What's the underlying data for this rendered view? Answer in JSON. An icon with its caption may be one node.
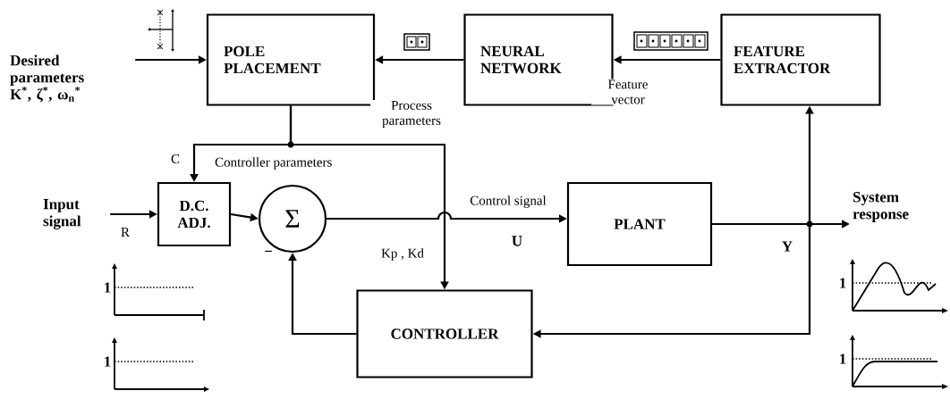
{
  "diagram": {
    "nodes": [
      {
        "text": [
          "POLE PLACEMENT"
        ]
      },
      {
        "text": [
          "NEURAL NETWORK"
        ]
      },
      {
        "text": [
          "FEATURE EXTRACTOR"
        ]
      },
      {
        "text": [
          "D.C. ADJ."
        ]
      },
      {
        "text": [
          "Σ"
        ]
      },
      {
        "text": [
          "PLANT"
        ]
      },
      {
        "text": [
          "CONTROLLER"
        ]
      },
      {
        "text": [
          "Desired parameters",
          "K$^{*}$, ζ$^{*}$, ω$_{n}$$^{*}$"
        ]
      },
      {
        "text": [
          "Input signal"
        ]
      },
      {
        "text": [
          "System response"
        ]
      }
    ],
    "edges": [
      {
        "from": 7,
        "to": 0,
        "arrow": "to"
      },
      {
        "from": 1,
        "to": 0,
        "arrow": "to",
        "label": "Process parameters"
      },
      {
        "from": 2,
        "to": 1,
        "arrow": "to",
        "label": "Feature vector"
      },
      {
        "from": 0,
        "to": 3,
        "arrow": "to",
        "label": "C"
      },
      {
        "from": 0,
        "to": 6,
        "arrow": "to",
        "label": "Kp , Kd"
      },
      {
        "from": 8,
        "to": 3,
        "arrow": "to",
        "label": "R"
      },
      {
        "from": 3,
        "to": 4,
        "arrow": "to"
      },
      {
        "from": 4,
        "to": 5,
        "arrow": "to",
        "label": "Control signal"
      },
      {
        "from": 5,
        "to": 9,
        "arrow": "to"
      },
      {
        "from": 5,
        "to": 2,
        "arrow": "to"
      },
      {
        "from": 5,
        "to": 6,
        "arrow": "to"
      },
      {
        "from": 6,
        "to": 4,
        "arrow": "to"
      }
    ],
    "labels": [
      "Controller parameters",
      "U",
      "Y",
      "−",
      "1",
      "1",
      "1",
      "1"
    ]
  }
}
